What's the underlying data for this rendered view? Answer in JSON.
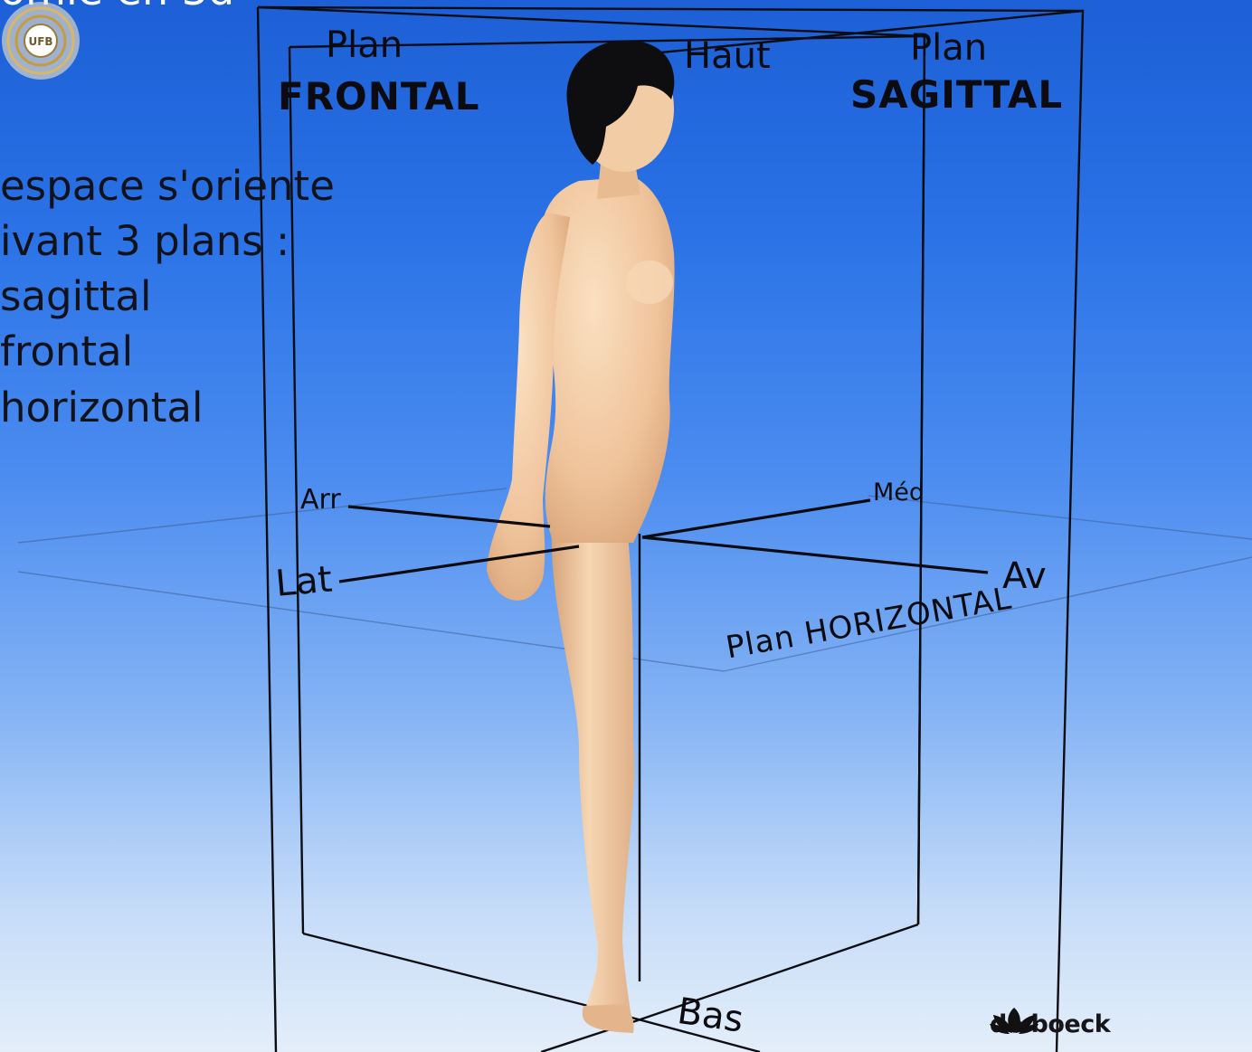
{
  "header": {
    "title_fragment": "omie en 3d"
  },
  "intro_text": {
    "line1": "espace s'oriente",
    "line2": "ivant 3 plans :",
    "items": [
      "sagittal",
      "frontal",
      "horizontal"
    ]
  },
  "planes": {
    "frontal": {
      "word": "Plan",
      "name": "FRONTAL"
    },
    "sagittal": {
      "word": "Plan",
      "name": "SAGITTAL"
    },
    "horizontal": {
      "label": "Plan HORIZONTAL"
    }
  },
  "directions": {
    "up": "Haut",
    "down": "Bas",
    "back": "Arr",
    "medial": "Méd",
    "lateral": "Lat",
    "front": "Av"
  },
  "branding": {
    "publisher": "de boeck",
    "seal_text": "UFB"
  },
  "colors": {
    "background_top": "#1d5fd6",
    "background_bottom": "#e4eef9",
    "skin": "#efc7a0",
    "hair": "#0e0d10",
    "line": "#0b0b10"
  }
}
